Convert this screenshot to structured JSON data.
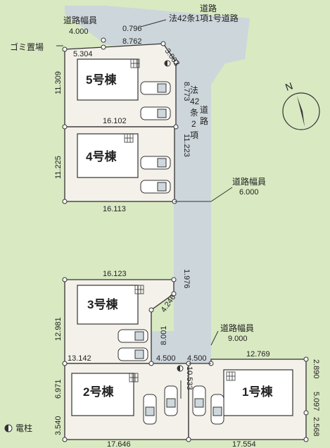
{
  "title_road_top": "道路",
  "road_top_rule": "法42条1項1号道路",
  "road_width_top_label": "道路幅員",
  "road_width_top_value": "4.000",
  "garbage_label": "ゴミ置場",
  "road_vertical_label": [
    "法",
    "42",
    "条",
    "2",
    "項",
    "道",
    "路"
  ],
  "road_width_mid_label": "道路幅員",
  "road_width_mid_value": "6.000",
  "road_width_low_label": "道路幅員",
  "road_width_low_value": "9.000",
  "legend_pole": "電柱",
  "north": "N",
  "buildings": [
    "5号棟",
    "4号棟",
    "3号棟",
    "2号棟",
    "1号棟"
  ],
  "dims": {
    "d0796": "0.796",
    "d8762": "8.762",
    "d5304": "5.304",
    "d3003": "3.003",
    "d11309": "11.309",
    "d8773": "8.773",
    "d16102": "16.102",
    "d11225": "11.225",
    "d11223": "11.223",
    "d16113": "16.113",
    "d16123": "16.123",
    "d1976": "1.976",
    "d4246": "4.246",
    "d12981": "12.981",
    "d8001": "8.001",
    "d13142": "13.142",
    "d4500a": "4.500",
    "d4500b": "4.500",
    "d12769": "12.769",
    "d6971": "6.971",
    "d10533": "10.533",
    "d2890": "2.890",
    "d5097": "5.097",
    "d3540": "3.540",
    "d2568": "2.568",
    "d17646": "17.646",
    "d17554": "17.554"
  },
  "colors": {
    "grass": "#d9e9c2",
    "road": "#cdd6db",
    "lot": "#f4f1ea",
    "building": "#ffffff",
    "line": "#333333"
  }
}
